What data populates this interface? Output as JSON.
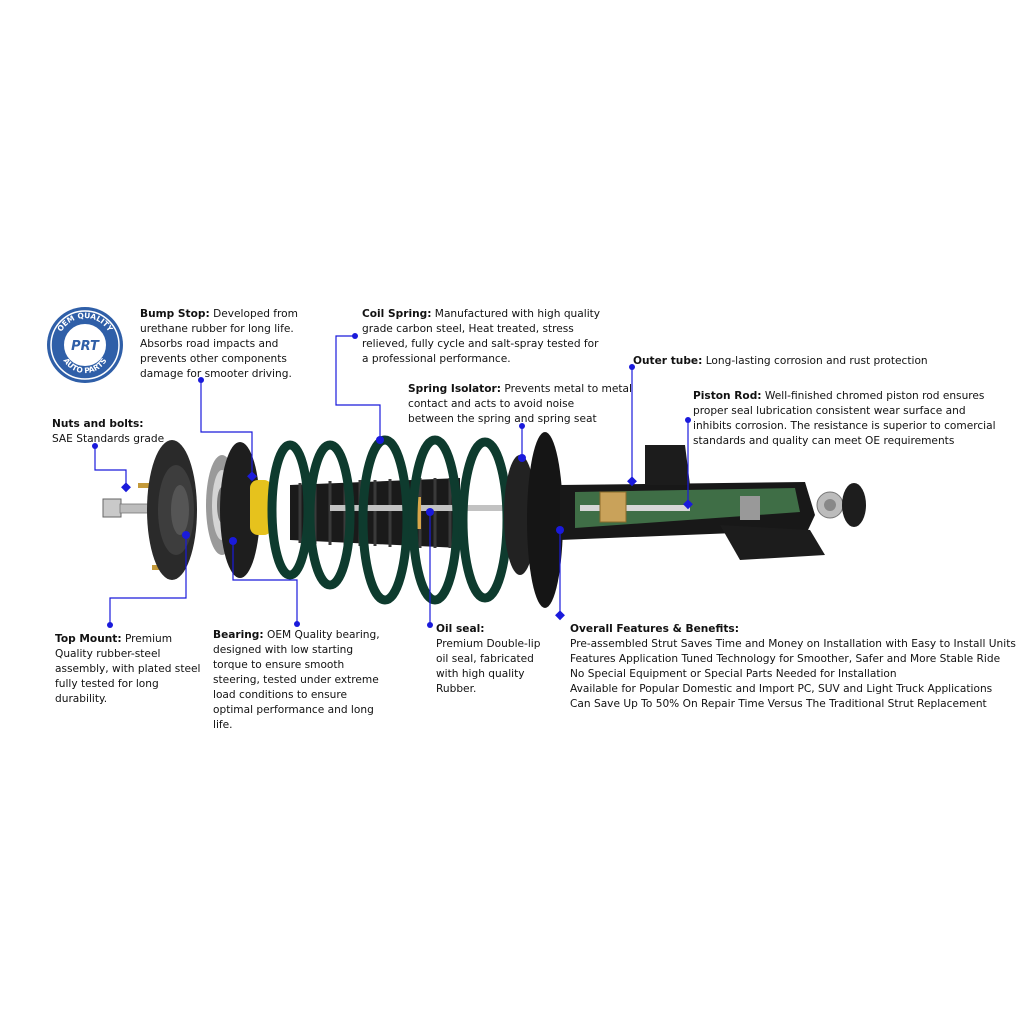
{
  "logo": {
    "top_text": "OEM QUALITY",
    "bottom_text": "AUTO PARTS",
    "brand": "PRT"
  },
  "colors": {
    "callout": "#1a1adb",
    "spring": "#0e3b2e",
    "boot": "#1a1a1a",
    "bumper": "#e6c21d",
    "tube_inner": "#3f6e46",
    "logo_ring": "#2f5fa8"
  },
  "labels": {
    "bump_stop": {
      "title": "Bump Stop:",
      "text": " Developed from\nurethane rubber for long life.\nAbsorbs road impacts and\nprevents other components\ndamage for smooter driving."
    },
    "nuts_bolts": {
      "title": "Nuts and bolts:",
      "text": "\nSAE Standards grade"
    },
    "coil_spring": {
      "title": "Coil Spring:",
      "text": " Manufactured with high quality\ngrade carbon steel, Heat treated, stress\nrelieved, fully cycle and salt-spray tested for\na professional performance."
    },
    "spring_isolator": {
      "title": "Spring Isolator:",
      "text": " Prevents metal to metal\ncontact and acts to avoid noise\nbetween the spring and spring seat"
    },
    "outer_tube": {
      "title": "Outer tube:",
      "text": "  Long-lasting corrosion and rust protection"
    },
    "piston_rod": {
      "title": "Piston Rod:",
      "text": " Well-finished chromed piston rod ensures\nproper seal lubrication consistent wear surface and\ninhibits corrosion. The resistance is superior to comercial\nstandards and quality can meet OE requirements"
    },
    "top_mount": {
      "title": "Top Mount:",
      "text": " Premium\nQuality rubber-steel\nassembly, with plated steel\nfully tested for long\ndurability."
    },
    "bearing": {
      "title": "Bearing:",
      "text": " OEM Quality bearing,\ndesigned with low starting\ntorque to ensure smooth\nsteering, tested under extreme\nload conditions to ensure\noptimal performance and long\nlife."
    },
    "oil_seal": {
      "title": "Oil seal:",
      "text": "\nPremium Double-lip\noil seal, fabricated\nwith high quality\nRubber."
    },
    "overall": {
      "title": "Overall Features & Benefits:",
      "text": "\nPre-assembled Strut Saves Time and Money on Installation with Easy to Install Units\nFeatures Application Tuned Technology for Smoother, Safer and More Stable Ride\nNo Special Equipment or Special Parts Needed for Installation\nAvailable for Popular Domestic and Import PC, SUV and Light Truck Applications\nCan Save Up To 50% On Repair Time Versus The Traditional Strut Replacement"
    }
  }
}
